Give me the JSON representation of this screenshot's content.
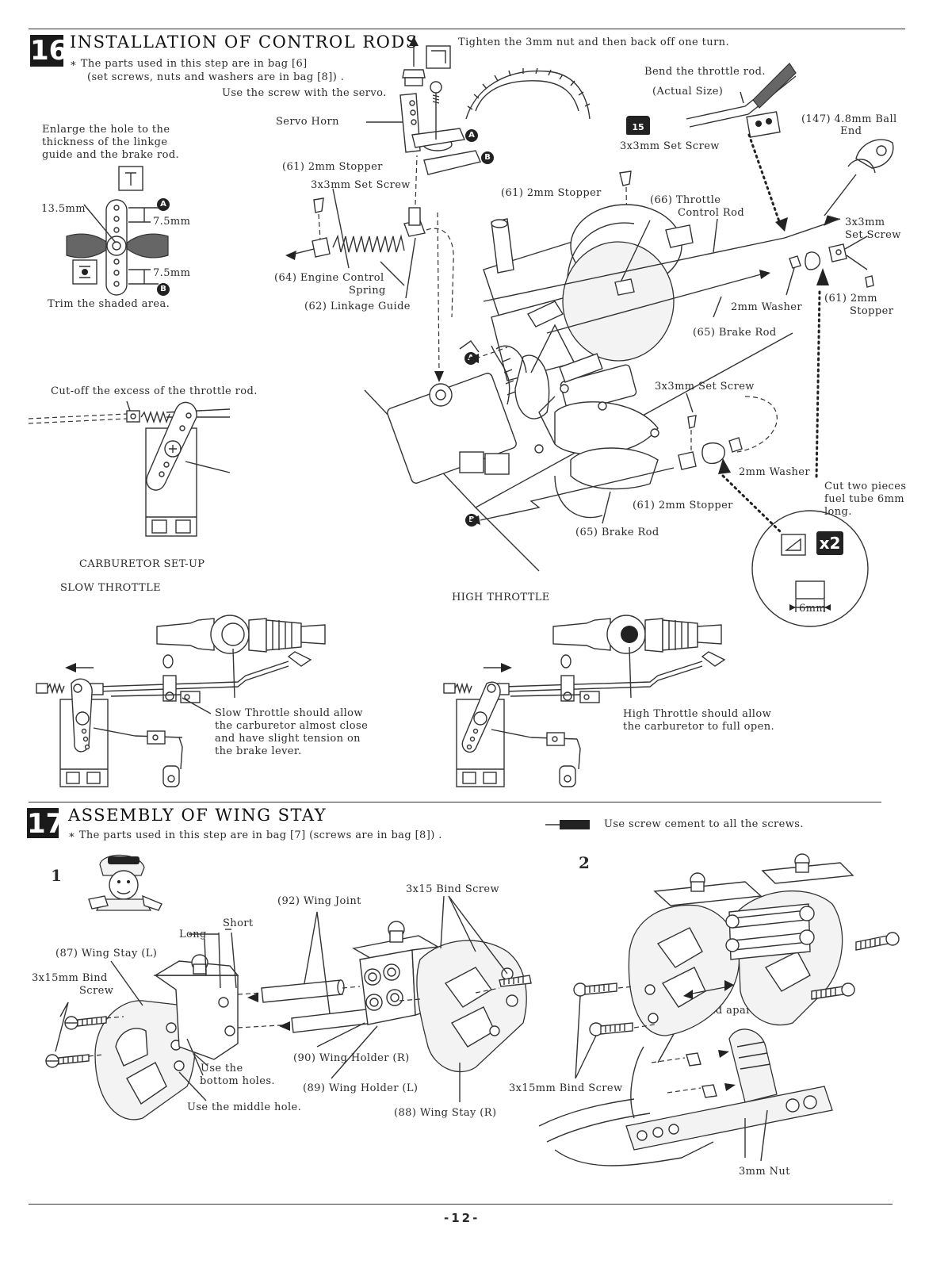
{
  "step16": {
    "number": "16",
    "title": "INSTALLATION OF CONTROL RODS",
    "note1": "∗ The parts used in this step are in bag [6]",
    "note2": "(set screws, nuts and washers are in bag [8]) .",
    "tighten": "Tighten the 3mm nut and then back off one turn.",
    "use_screw": "Use the screw with the servo.",
    "servo_horn": "Servo Horn",
    "bend_rod": "Bend the throttle rod.",
    "actual_size": "(Actual Size)",
    "ball_end": "(147) 4.8mm Ball",
    "ball_end2": "End",
    "set_screw_15": "3x3mm Set Screw",
    "icon15": "15",
    "enlarge1": "Enlarge the hole to the",
    "enlarge2": "thickness of the linkge",
    "enlarge3": "guide and the brake rod.",
    "dim_135": "13.5mm",
    "dim_75a": "7.5mm",
    "dim_75b": "7.5mm",
    "trim": "Trim the shaded area.",
    "stopper_61a": "(61) 2mm Stopper",
    "set_screw_a": "3x3mm Set Screw",
    "stopper_61b": "(61) 2mm Stopper",
    "throttle_rod1": "(66) Throttle",
    "throttle_rod2": "Control Rod",
    "set_screw_r1": "3x3mm",
    "set_screw_r2": "Set Screw",
    "spring1": "(64) Engine Control",
    "spring2": "Spring",
    "linkage_guide": "(62) Linkage Guide",
    "washer_a": "2mm Washer",
    "stopper_r1": "(61) 2mm",
    "stopper_r2": "Stopper",
    "brake_rod_a": "(65) Brake Rod",
    "set_screw_b": "3x3mm Set Screw",
    "washer_b": "2mm Washer",
    "stopper_b": "(61) 2mm Stopper",
    "brake_rod_b": "(65) Brake Rod",
    "cut_tube1": "Cut two pieces",
    "cut_tube2": "fuel tube 6mm",
    "cut_tube3": "long.",
    "x2": "x2",
    "six_mm": "6mm",
    "cut_off": "Cut-off the excess of the throttle rod.",
    "carb_setup": "CARBURETOR SET-UP",
    "slow_throttle": "SLOW THROTTLE",
    "high_throttle": "HIGH THROTTLE",
    "slow_note1": "Slow Throttle should allow",
    "slow_note2": "the carburetor almost close",
    "slow_note3": "and have slight tension on",
    "slow_note4": "the brake lever.",
    "high_note1": "High Throttle should allow",
    "high_note2": "the carburetor to full open.",
    "label_a": "A",
    "label_b": "B"
  },
  "step17": {
    "number": "17",
    "title": "ASSEMBLY OF WING STAY",
    "note": "∗ The parts used in this step are in bag [7] (screws are in bag [8]) .",
    "cement": "Use screw cement to all the screws.",
    "sub1": "1",
    "sub2": "2",
    "wing_joint": "(92) Wing Joint",
    "bind_screw_top": "3x15 Bind Screw",
    "long": "Long",
    "short": "Short",
    "wing_stay_l": "(87) Wing Stay (L)",
    "bind_screw_l1": "3x15mm Bind",
    "bind_screw_l2": "Screw",
    "use_bottom1": "Use the",
    "use_bottom2": "bottom holes.",
    "use_middle": "Use the middle hole.",
    "wing_holder_r": "(90) Wing Holder (R)",
    "wing_holder_l": "(89) Wing Holder (L)",
    "wing_stay_r": "(88) Wing Stay (R)",
    "spread": "Spread apart.",
    "bind_screw_2": "3x15mm Bind Screw",
    "nut": "3mm Nut"
  },
  "page_number": "-12-"
}
